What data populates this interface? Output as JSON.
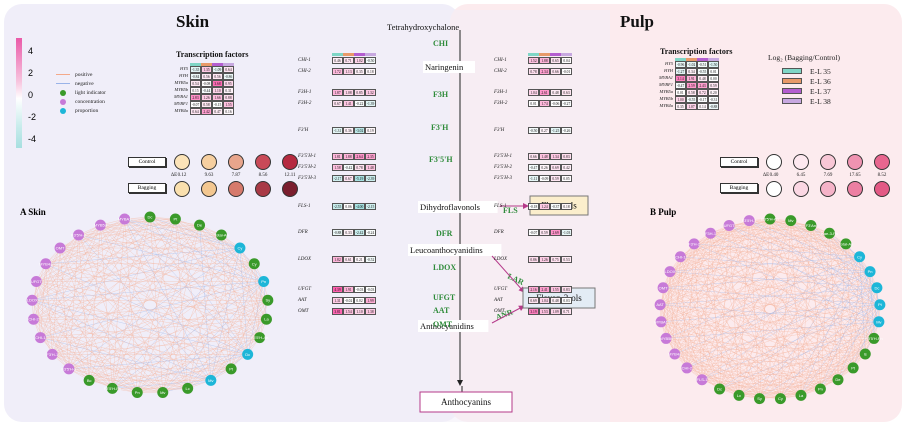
{
  "headers": {
    "skin": "Skin",
    "pulp": "Pulp",
    "top": "Tetrahydroxychalone"
  },
  "colorbar": {
    "ticks": [
      "4",
      "2",
      "0",
      "-2",
      "-4"
    ]
  },
  "legend_left": [
    {
      "label": "positive",
      "kind": "line",
      "color": "#f4a98a"
    },
    {
      "label": "negative",
      "kind": "line",
      "color": "#9ab3e8"
    },
    {
      "label": "light indicator",
      "kind": "dot",
      "color": "#3a9a2a"
    },
    {
      "label": "concentration",
      "kind": "dot",
      "color": "#c77ad8"
    },
    {
      "label": "proportion",
      "kind": "dot",
      "color": "#1db6d8"
    }
  ],
  "legend_right": {
    "title": "Log₂ (Bagging/Control)",
    "items": [
      {
        "label": "E-L 35",
        "color": "#7fd6c6"
      },
      {
        "label": "E-L 36",
        "color": "#e89a6a"
      },
      {
        "label": "E-L 37",
        "color": "#b45ed0"
      },
      {
        "label": "E-L 38",
        "color": "#c7a8e0"
      }
    ]
  },
  "tf_skin": {
    "title": "Transcription factors",
    "rows": [
      {
        "gene": "HY5",
        "v": [
          "-1.35",
          "1.35",
          "-1.09",
          "0.64"
        ]
      },
      {
        "gene": "HYH",
        "v": [
          "-0.84",
          "0.56",
          "0.56",
          "-0.86"
        ]
      },
      {
        "gene": "MYB5a",
        "v": [
          "0.54",
          "-0.08",
          "3.68",
          "0.95"
        ]
      },
      {
        "gene": "MYB5b",
        "v": [
          "0.15",
          "-0.44",
          "1.10",
          "0.31"
        ]
      },
      {
        "gene": "MYBA1",
        "v": [
          "2.83",
          "1.26",
          "1.66",
          "0.88"
        ]
      },
      {
        "gene": "MYBF1",
        "v": [
          "-0.07",
          "0.58",
          "-0.15",
          "1.55"
        ]
      },
      {
        "gene": "MYB4a",
        "v": [
          "0.64",
          "2.42",
          "0.47",
          "0.16"
        ]
      }
    ]
  },
  "tf_pulp": {
    "title": "Transcription factors",
    "rows": [
      {
        "gene": "HY5",
        "v": [
          "-0.96",
          "-1.02",
          "-0.51",
          "-1.50"
        ]
      },
      {
        "gene": "HYH",
        "v": [
          "-1.27",
          "0.34",
          "-0.55",
          "0.01"
        ]
      },
      {
        "gene": "MYBA1",
        "v": [
          "3.14",
          "1.91",
          "0.48",
          "0.00"
        ]
      },
      {
        "gene": "MYBF1",
        "v": [
          "-0.47",
          "2.59",
          "2.43",
          "0.59"
        ]
      },
      {
        "gene": "MYB5a",
        "v": [
          "0.01",
          "0.58",
          "0.72",
          "0.20"
        ]
      },
      {
        "gene": "MYB5b",
        "v": [
          "1.00",
          "-0.55",
          "-0.17",
          "-0.31"
        ]
      },
      {
        "gene": "MYB4a",
        "v": [
          "0.35",
          "1.07",
          "0.14",
          "-0.88"
        ]
      }
    ]
  },
  "color_skin": {
    "control": "Control",
    "bagging": "Bagging",
    "de_label": "ΔE",
    "de": [
      "0.12",
      "9.63",
      "7.87",
      "8.56",
      "12.11"
    ],
    "control_colors": [
      "#fbe3b8",
      "#f6cfa0",
      "#e8a58c",
      "#c94a58",
      "#b52a40"
    ],
    "bagging_colors": [
      "#fae0ae",
      "#f3c790",
      "#d67a6c",
      "#a93a46",
      "#7a1e2e"
    ]
  },
  "color_pulp": {
    "control": "Control",
    "bagging": "Bagging",
    "de_label": "ΔE",
    "de": [
      "0.40",
      "6.45",
      "7.69",
      "17.65",
      "8.52"
    ],
    "control_colors": [
      "#ffffff",
      "#fde8ef",
      "#f8c7d6",
      "#ef93b1",
      "#e8668f"
    ],
    "bagging_colors": [
      "#ffffff",
      "#fbd7e3",
      "#f5b3c8",
      "#ec7fa2",
      "#e35a85"
    ]
  },
  "pathway": {
    "metabolites": [
      "Naringenin",
      "Dihydroflavonols",
      "Leucoanthocyanidins",
      "Anthocyanidins"
    ],
    "enzymes": [
      "CHI",
      "F3H",
      "F3'H",
      "F3'5'H",
      "DFR",
      "LDOX",
      "UFGT",
      "AAT",
      "OMT",
      "FLS",
      "LAR",
      "ANR"
    ],
    "boxes": [
      "Flavonols",
      "Flavan-3-ols",
      "Anthocyanins"
    ]
  },
  "gene_skin": [
    {
      "gene": "CHI-1",
      "v": [
        "0.46",
        "0.71",
        "1.02",
        "-0.50"
      ]
    },
    {
      "gene": "CHI-2",
      "v": [
        "1.72",
        "1.13",
        "0.35",
        "0.18"
      ]
    },
    {
      "gene": "F3H-1",
      "v": [
        "1.87",
        "1.08",
        "0.85",
        "1.32"
      ]
    },
    {
      "gene": "F3H-2",
      "v": [
        "0.67",
        "1.41",
        "-0.22",
        "-1.39"
      ]
    },
    {
      "gene": "F3'H",
      "v": [
        "-1.31",
        "0.36",
        "-3.02",
        "0.19"
      ]
    },
    {
      "gene": "F3'5'H-1",
      "v": [
        "1.81",
        "1.88",
        "2.64",
        "2.35"
      ]
    },
    {
      "gene": "F3'5'H-2",
      "v": [
        "1.58",
        "-0.42",
        "0.78",
        "1.48"
      ]
    },
    {
      "gene": "F3'5'H-3",
      "v": [
        "-2.17",
        "0.67",
        "-5.19",
        "-2.39"
      ]
    },
    {
      "gene": "FLS-1",
      "v": [
        "-2.55",
        "0.06",
        "-4.00",
        "-2.15"
      ]
    },
    {
      "gene": "DFR",
      "v": [
        "-0.88",
        "0.33",
        "-2.42",
        "-0.24"
      ]
    },
    {
      "gene": "LDOX",
      "v": [
        "1.82",
        "0.61",
        "0.21",
        "-0.52"
      ]
    },
    {
      "gene": "UFGT",
      "v": [
        "4.39",
        "1.91",
        "-0.03",
        "-0.03"
      ]
    },
    {
      "gene": "AAT",
      "v": [
        "1.31",
        "-0.02",
        "0.02",
        "1.99"
      ]
    },
    {
      "gene": "OMT",
      "v": [
        "3.81",
        "1.54",
        "1.10",
        "1.38"
      ]
    }
  ],
  "gene_pulp": [
    {
      "gene": "CHI-1",
      "v": [
        "1.52",
        "1.88",
        "0.65",
        "0.04"
      ]
    },
    {
      "gene": "CHI-2",
      "v": [
        "0.78",
        "2.34",
        "0.66",
        "-0.01"
      ]
    },
    {
      "gene": "F3H-1",
      "v": [
        "1.04",
        "2.61",
        "0.48",
        "0.63"
      ]
    },
    {
      "gene": "F3H-2",
      "v": [
        "0.01",
        "1.74",
        "-0.06",
        "-0.27"
      ]
    },
    {
      "gene": "F3'H",
      "v": [
        "-0.50",
        "0.27",
        "-1.25",
        "-0.26"
      ]
    },
    {
      "gene": "F3'5'H-1",
      "v": [
        "0.66",
        "1.48",
        "1.34",
        "0.83"
      ]
    },
    {
      "gene": "F3'5'H-2",
      "v": [
        "-0.47",
        "0.26",
        "0.69",
        "0.42"
      ]
    },
    {
      "gene": "F3'5'H-3",
      "v": [
        "-1.11",
        "-0.09",
        "0.59",
        "0.05"
      ]
    },
    {
      "gene": "FLS-1",
      "v": [
        "-0.18",
        "1.24",
        "-0.37",
        "0.18"
      ]
    },
    {
      "gene": "DFR",
      "v": [
        "-0.07",
        "0.59",
        "2.69",
        "-1.03"
      ]
    },
    {
      "gene": "LDOX",
      "v": [
        "0.86",
        "1.26",
        "0.75",
        "0.53"
      ]
    },
    {
      "gene": "UFGT",
      "v": [
        "2.16",
        "2.41",
        "1.55",
        "0.83"
      ]
    },
    {
      "gene": "AAT",
      "v": [
        "0.69",
        "1.04",
        "0.48",
        "0.03"
      ]
    },
    {
      "gene": "OMT",
      "v": [
        "3.19",
        "1.53",
        "1.09",
        "0.71"
      ]
    }
  ],
  "network_skin": {
    "panel": "A",
    "title": "Skin",
    "nodes": [
      {
        "label": "Dc",
        "type": "light"
      },
      {
        "label": "Pt",
        "type": "light"
      },
      {
        "label": "De",
        "type": "light"
      },
      {
        "label": "Total-An",
        "type": "light"
      },
      {
        "label": "Cy",
        "type": "proportion"
      },
      {
        "label": "Cy",
        "type": "light"
      },
      {
        "label": "Pn",
        "type": "proportion"
      },
      {
        "label": "Sy",
        "type": "light"
      },
      {
        "label": "La",
        "type": "light"
      },
      {
        "label": "F3'5'H-An",
        "type": "light"
      },
      {
        "label": "Dc",
        "type": "proportion"
      },
      {
        "label": "Pt",
        "type": "light"
      },
      {
        "label": "Mv",
        "type": "proportion"
      },
      {
        "label": "Lc",
        "type": "light"
      },
      {
        "label": "Mv",
        "type": "light"
      },
      {
        "label": "Pn",
        "type": "light"
      },
      {
        "label": "F3'5'H-Fn",
        "type": "light"
      },
      {
        "label": "Bc",
        "type": "light"
      },
      {
        "label": "F3'5'H-1",
        "type": "concentration"
      },
      {
        "label": "F3'H-1",
        "type": "concentration"
      },
      {
        "label": "CHI-1",
        "type": "concentration"
      },
      {
        "label": "CHI-2",
        "type": "concentration"
      },
      {
        "label": "LDOX",
        "type": "concentration"
      },
      {
        "label": "UFGT",
        "type": "concentration"
      },
      {
        "label": "MYB4a",
        "type": "concentration"
      },
      {
        "label": "OMT",
        "type": "concentration"
      },
      {
        "label": "F3'5'H-2",
        "type": "concentration"
      },
      {
        "label": "MYB5a",
        "type": "concentration"
      },
      {
        "label": "MYBA1",
        "type": "concentration"
      }
    ]
  },
  "network_pulp": {
    "panel": "B",
    "title": "Pulp",
    "nodes": [
      {
        "label": "F3'5'H-An",
        "type": "light"
      },
      {
        "label": "Mv",
        "type": "light"
      },
      {
        "label": "F3'An",
        "type": "light"
      },
      {
        "label": "Kae-3-Fn",
        "type": "light"
      },
      {
        "label": "Total-An",
        "type": "light"
      },
      {
        "label": "Cy",
        "type": "proportion"
      },
      {
        "label": "Pn",
        "type": "proportion"
      },
      {
        "label": "Dc",
        "type": "proportion"
      },
      {
        "label": "Pt",
        "type": "proportion"
      },
      {
        "label": "Mv",
        "type": "proportion"
      },
      {
        "label": "F3'5'H-Fn",
        "type": "light"
      },
      {
        "label": "Is",
        "type": "light"
      },
      {
        "label": "Pt",
        "type": "light"
      },
      {
        "label": "De",
        "type": "light"
      },
      {
        "label": "Pn",
        "type": "light"
      },
      {
        "label": "La",
        "type": "light"
      },
      {
        "label": "Cy",
        "type": "light"
      },
      {
        "label": "Sy",
        "type": "light"
      },
      {
        "label": "Lc",
        "type": "light"
      },
      {
        "label": "Dc",
        "type": "light"
      },
      {
        "label": "FLS-1",
        "type": "concentration"
      },
      {
        "label": "CHI-2",
        "type": "concentration"
      },
      {
        "label": "MYB4a",
        "type": "concentration"
      },
      {
        "label": "MYB5b",
        "type": "concentration"
      },
      {
        "label": "MYBA1",
        "type": "concentration"
      },
      {
        "label": "AAT",
        "type": "concentration"
      },
      {
        "label": "OMT",
        "type": "concentration"
      },
      {
        "label": "LDOX",
        "type": "concentration"
      },
      {
        "label": "CHI-1",
        "type": "concentration"
      },
      {
        "label": "F3'H-2",
        "type": "concentration"
      },
      {
        "label": "F3H-1",
        "type": "concentration"
      },
      {
        "label": "UFGT",
        "type": "concentration"
      },
      {
        "label": "F3'5'H-1",
        "type": "concentration"
      }
    ]
  }
}
